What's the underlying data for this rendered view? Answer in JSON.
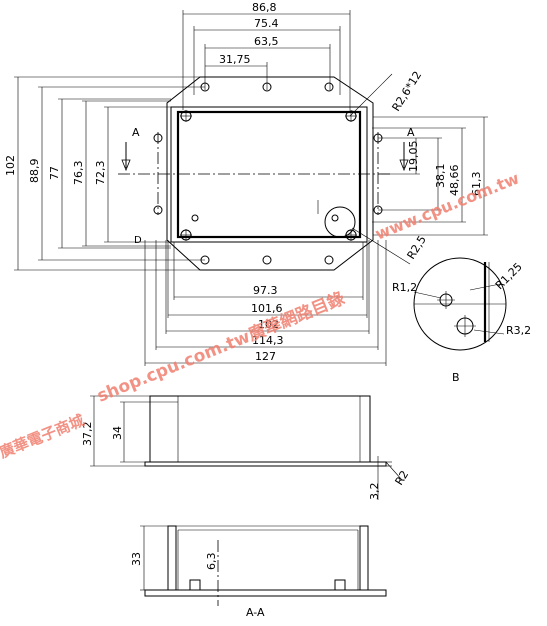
{
  "drawing": {
    "top_dims": [
      "86,8",
      "75.4",
      "63,5",
      "31,75"
    ],
    "bottom_dims": [
      "97.3",
      "101,6",
      "102",
      "114,3",
      "127"
    ],
    "left_dims": [
      "102",
      "88,9",
      "77",
      "76,3",
      "72,3"
    ],
    "right_dims": [
      "19,05",
      "38,1",
      "48,66",
      "61,3"
    ],
    "hole_label": "R2,6*12",
    "section_marker": "A",
    "radius_25": "R2,5",
    "detail_label": "B",
    "detail_r12": "R1,2",
    "detail_r125": "R1,25",
    "detail_r32": "R3,2",
    "side_height_outer": "37,2",
    "side_height_inner": "34",
    "lid_thickness": "3,2",
    "side_radius": "R2",
    "section_height": "33",
    "section_rib": "6,3",
    "section_label": "A-A"
  },
  "watermark": {
    "shop_text": "shop.cpu.com.tw廣華網路目錄",
    "store_name": "廣華電子商城",
    "site_text": "www.cpu.com.tw"
  }
}
